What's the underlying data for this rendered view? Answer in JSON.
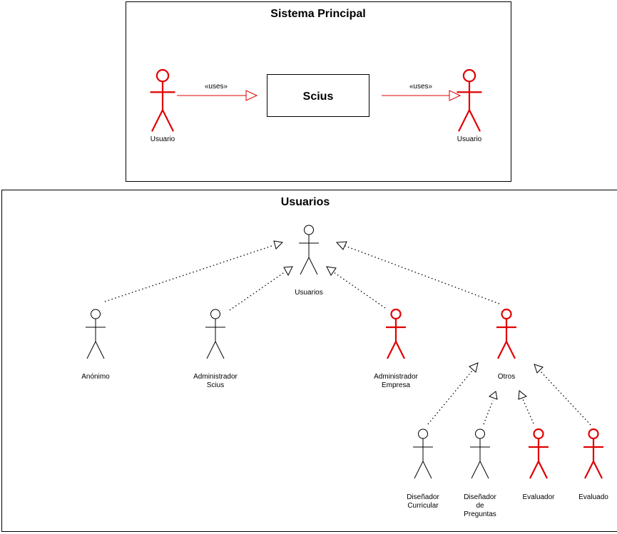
{
  "packages": {
    "top_title": "Sistema Principal",
    "bottom_title": "Usuarios"
  },
  "system": {
    "box_label": "Scius",
    "uses_left": "«uses»",
    "uses_right": "«uses»"
  },
  "actors": {
    "usuario_left": {
      "label": [
        "Usuario"
      ],
      "color": "#e00000"
    },
    "usuario_right": {
      "label": [
        "Usuario"
      ],
      "color": "#e00000"
    },
    "usuarios_root": {
      "label": [
        "Usuarios"
      ],
      "color": "#000000"
    },
    "anonimo": {
      "label": [
        "Anónimo"
      ],
      "color": "#000000"
    },
    "admin_scius": {
      "label": [
        "Administrador",
        "Scius"
      ],
      "color": "#000000"
    },
    "admin_empresa": {
      "label": [
        "Administrador",
        "Empresa"
      ],
      "color": "#e00000"
    },
    "otros": {
      "label": [
        "Otros"
      ],
      "color": "#e00000"
    },
    "disenador_curricular": {
      "label": [
        "Diseñador",
        "Curricular"
      ],
      "color": "#000000"
    },
    "disenador_preguntas": {
      "label": [
        "Diseñador",
        "de",
        "Preguntas"
      ],
      "color": "#000000"
    },
    "evaluador": {
      "label": [
        "Evaluador"
      ],
      "color": "#e00000"
    },
    "evaluado": {
      "label": [
        "Evaluado"
      ],
      "color": "#e00000"
    }
  }
}
